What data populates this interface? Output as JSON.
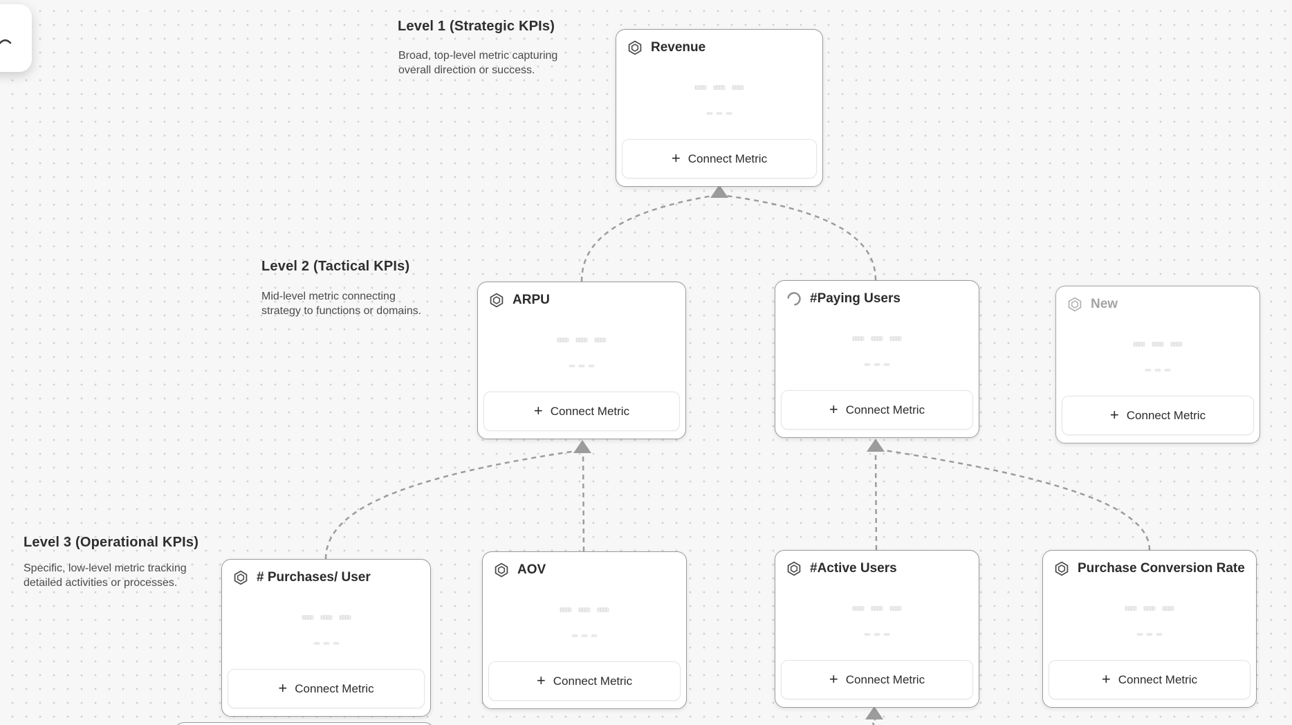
{
  "canvas": {
    "background": "#f7f7f8",
    "dot_color": "#d2d2d4",
    "connector_color": "#9c9c9c",
    "card_border_color": "#9a9a9a"
  },
  "labels": {
    "connect_metric": "Connect Metric",
    "plus": "+"
  },
  "levels": [
    {
      "title": "Level 1 (Strategic KPIs)",
      "description": "Broad, top-level metric capturing overall direction or success."
    },
    {
      "title": "Level 2 (Tactical KPIs)",
      "description": "Mid-level metric connecting strategy to functions or domains."
    },
    {
      "title": "Level 3 (Operational KPIs)",
      "description": "Specific, low-level metric tracking detailed activities or processes."
    }
  ],
  "cards": [
    {
      "title": "Revenue",
      "level": 1,
      "icon": "hexagon-icon",
      "state": "default"
    },
    {
      "title": "ARPU",
      "level": 2,
      "icon": "hexagon-icon",
      "state": "default"
    },
    {
      "title": "#Paying Users",
      "level": 2,
      "icon": "spinner-icon",
      "state": "loading"
    },
    {
      "title": "New",
      "level": 2,
      "icon": "hexagon-icon",
      "state": "draft"
    },
    {
      "title": "# Purchases/ User",
      "level": 3,
      "icon": "hexagon-icon",
      "state": "default"
    },
    {
      "title": "AOV",
      "level": 3,
      "icon": "hexagon-icon",
      "state": "default"
    },
    {
      "title": "#Active Users",
      "level": 3,
      "icon": "hexagon-icon",
      "state": "default"
    },
    {
      "title": "Purchase Conversion Rate",
      "level": 3,
      "icon": "hexagon-icon",
      "state": "default"
    }
  ],
  "edges": [
    {
      "from": "ARPU",
      "to": "Revenue"
    },
    {
      "from": "#Paying Users",
      "to": "Revenue"
    },
    {
      "from": "# Purchases/ User",
      "to": "ARPU"
    },
    {
      "from": "AOV",
      "to": "ARPU"
    },
    {
      "from": "#Active Users",
      "to": "#Paying Users"
    },
    {
      "from": "Purchase Conversion Rate",
      "to": "#Paying Users"
    },
    {
      "from": "offscreen-below",
      "to": "#Active Users"
    }
  ]
}
